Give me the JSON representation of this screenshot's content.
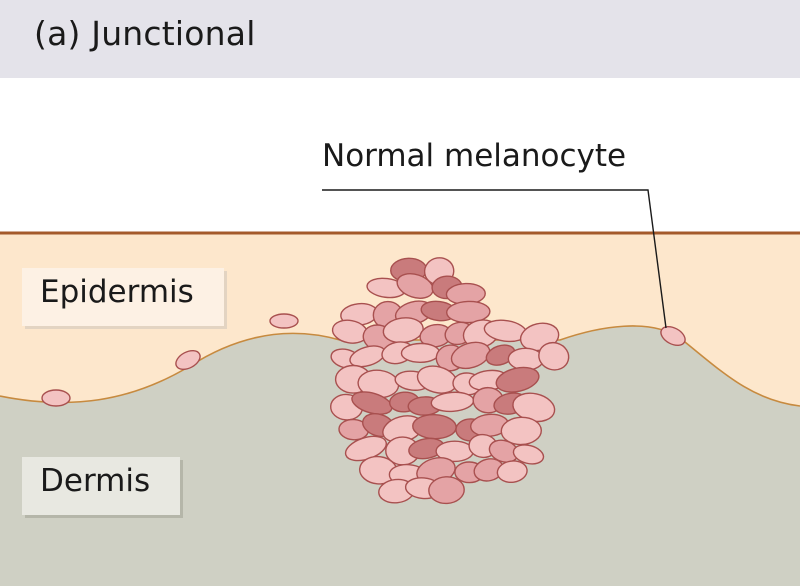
{
  "title": "(a) Junctional",
  "labels": {
    "epidermis": "Epidermis",
    "dermis": "Dermis",
    "callout": "Normal melanocyte"
  },
  "colors": {
    "header_band": "#e4e3ea",
    "epidermis": "#fde7cc",
    "dermis": "#cfd0c4",
    "surface_line": "#a45a2b",
    "cell_light": "#f3c3c2",
    "cell_mid": "#e4a3a5",
    "cell_dark": "#c97b7c",
    "cell_outline": "#a8504f"
  }
}
